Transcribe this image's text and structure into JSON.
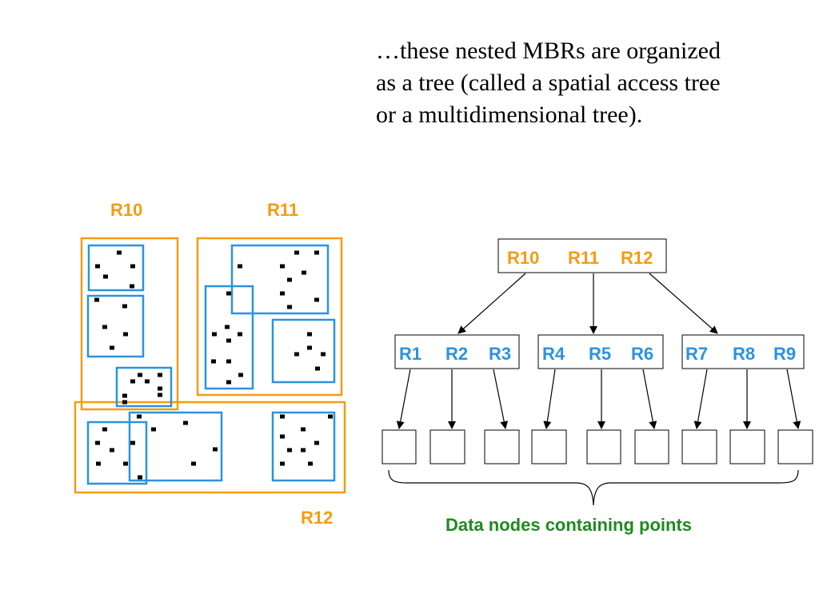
{
  "heading": {
    "line1": "…these nested MBRs are organized",
    "line2": "as a tree (called a spatial access tree",
    "line3": "or a multidimensional tree)."
  },
  "colors": {
    "orange": "#f39c12",
    "blue": "#2a93e0",
    "green": "#1f8a1f",
    "black": "#000000"
  },
  "diagram": {
    "label_r10": "R10",
    "label_r11": "R11",
    "label_r12": "R12"
  },
  "tree": {
    "root": {
      "labels": [
        "R10",
        "R11",
        "R12"
      ]
    },
    "level1": [
      {
        "labels": [
          "R1",
          "R2",
          "R3"
        ]
      },
      {
        "labels": [
          "R4",
          "R5",
          "R6"
        ]
      },
      {
        "labels": [
          "R7",
          "R8",
          "R9"
        ]
      }
    ],
    "data_nodes_count": 9,
    "caption": "Data nodes containing points"
  }
}
